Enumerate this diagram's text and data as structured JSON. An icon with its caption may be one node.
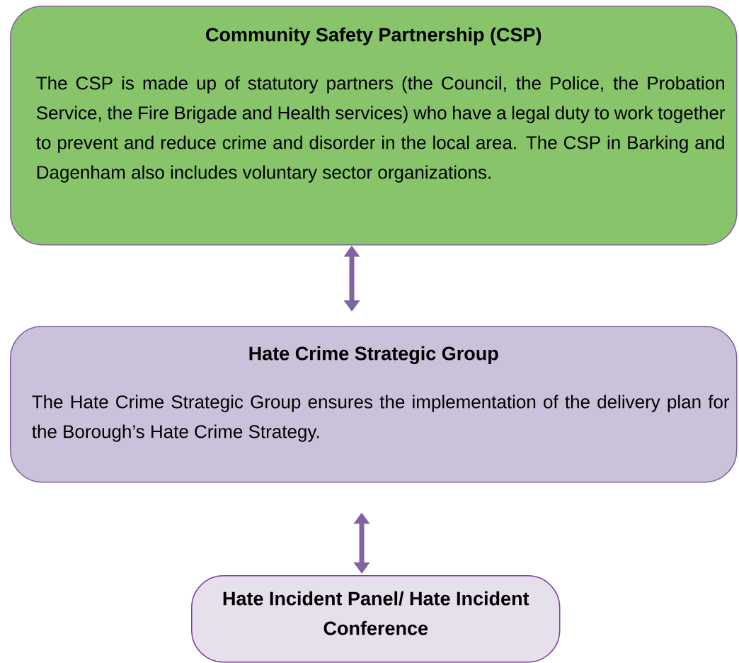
{
  "diagram": {
    "nodes": [
      {
        "text": [
          "Community Safety Partnership (CSP)",
          "The CSP is made up of statutory partners (the Council, the Police, the Probation Service, the Fire Brigade and Health services) who have a legal duty to work together to prevent and reduce crime and disorder in the local area.  The CSP in Barking and Dagenham also includes voluntary sector organizations."
        ]
      },
      {
        "text": [
          "Hate Crime Strategic Group",
          "The Hate Crime Strategic Group ensures the implementation of the delivery plan for the Borough’s Hate Crime Strategy."
        ]
      },
      {
        "text": [
          "Hate Incident Panel/ Hate Incident Conference"
        ]
      }
    ],
    "edges": [
      {
        "from": 0,
        "to": 1,
        "arrow": "both"
      },
      {
        "from": 1,
        "to": 2,
        "arrow": "both"
      }
    ]
  }
}
